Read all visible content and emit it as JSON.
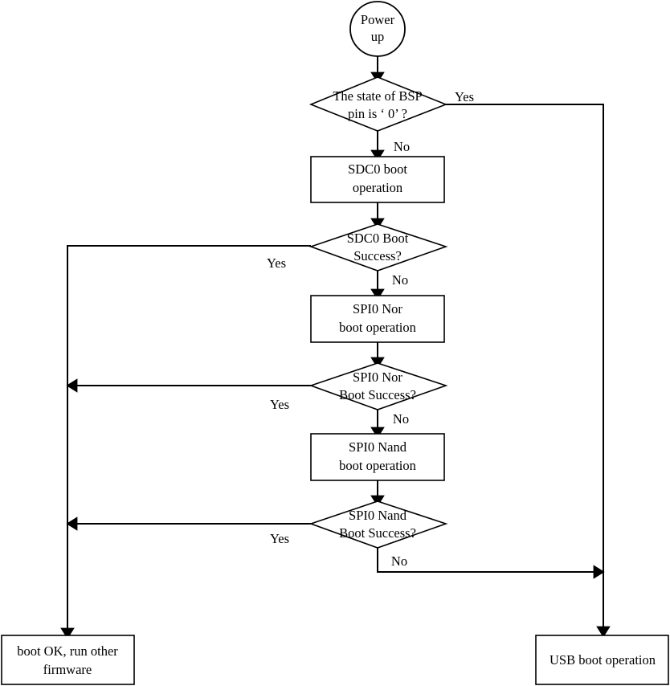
{
  "diagram": {
    "title": "Boot sequence flowchart",
    "background_color": "#ffffff",
    "line_color": "#000000"
  },
  "nodes": {
    "power_up": {
      "type": "terminator-circle",
      "line1": "Power",
      "line2": "up"
    },
    "bsp_pin_decision": {
      "type": "decision",
      "line1": "The state of BSP",
      "line2": "pin is ‘  0’  ?"
    },
    "sdc0_boot_op": {
      "type": "process",
      "line1": "SDC0 boot",
      "line2": "operation"
    },
    "sdc0_success_decision": {
      "type": "decision",
      "line1": "SDC0 Boot",
      "line2": "Success?"
    },
    "spi0_nor_boot_op": {
      "type": "process",
      "line1": "SPI0  Nor",
      "line2": "boot operation"
    },
    "spi0_nor_success_decision": {
      "type": "decision",
      "line1": "SPI0 Nor",
      "line2": "Boot Success?"
    },
    "spi0_nand_boot_op": {
      "type": "process",
      "line1": "SPI0 Nand",
      "line2": "boot operation"
    },
    "spi0_nand_success_decision": {
      "type": "decision",
      "line1": "SPI0 Nand",
      "line2": "Boot Success?"
    },
    "boot_ok": {
      "type": "process",
      "line1": "boot OK, run other",
      "line2": "firmware"
    },
    "usb_boot_op": {
      "type": "process",
      "line1": "USB boot operation",
      "line2": ""
    }
  },
  "edge_labels": {
    "bsp_yes": "Yes",
    "bsp_no": "No",
    "sdc0_yes": "Yes",
    "sdc0_no": "No",
    "spi0_nor_yes": "Yes",
    "spi0_nor_no": "No",
    "spi0_nand_yes": "Yes",
    "spi0_nand_no": "No"
  }
}
